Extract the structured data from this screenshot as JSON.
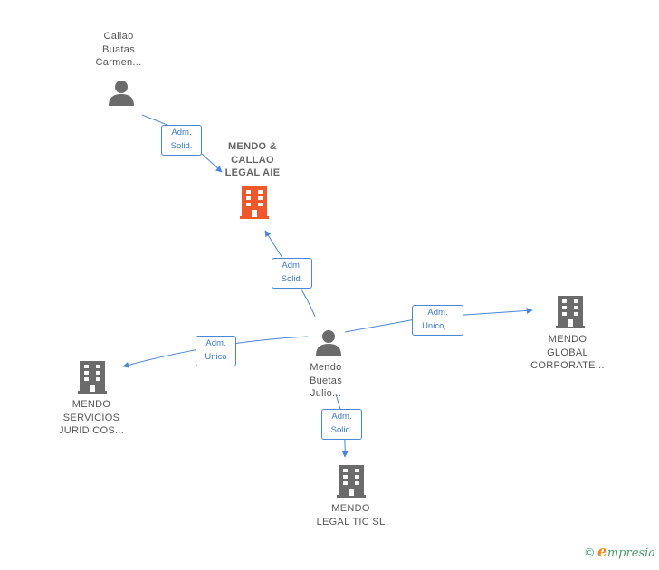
{
  "nodes": {
    "callao": {
      "name": "Callao\nBuatas\nCarmen...",
      "icon": "person-icon"
    },
    "mendo_callao": {
      "name": "MENDO &\nCALLAO\nLEGAL AIE",
      "icon": "building-icon",
      "color": "#f0582b"
    },
    "mendo_julio": {
      "name": "Mendo\nBuetas\nJulio...",
      "icon": "person-icon"
    },
    "global": {
      "name": "MENDO\nGLOBAL\nCORPORATE...",
      "icon": "building-icon"
    },
    "servicios": {
      "name": "MENDO\nSERVICIOS\nJURIDICOS...",
      "icon": "building-icon"
    },
    "legal_tic": {
      "name": "MENDO\nLEGAL TIC  SL",
      "icon": "building-icon"
    }
  },
  "edges": {
    "callao_to_aie": "Adm.\nSolid.",
    "julio_to_aie": "Adm.\nSolid.",
    "julio_to_global": "Adm.\nUnico,...",
    "julio_to_servicios": "Adm.\nUnico",
    "julio_to_tic": "Adm.\nSolid."
  },
  "footer": {
    "copyright": "©",
    "brand_initial": "e",
    "brand_rest": "mpresia"
  },
  "colors": {
    "edge": "#4a86d8",
    "icon_gray": "#6b6b6b",
    "highlight": "#f0582b"
  }
}
